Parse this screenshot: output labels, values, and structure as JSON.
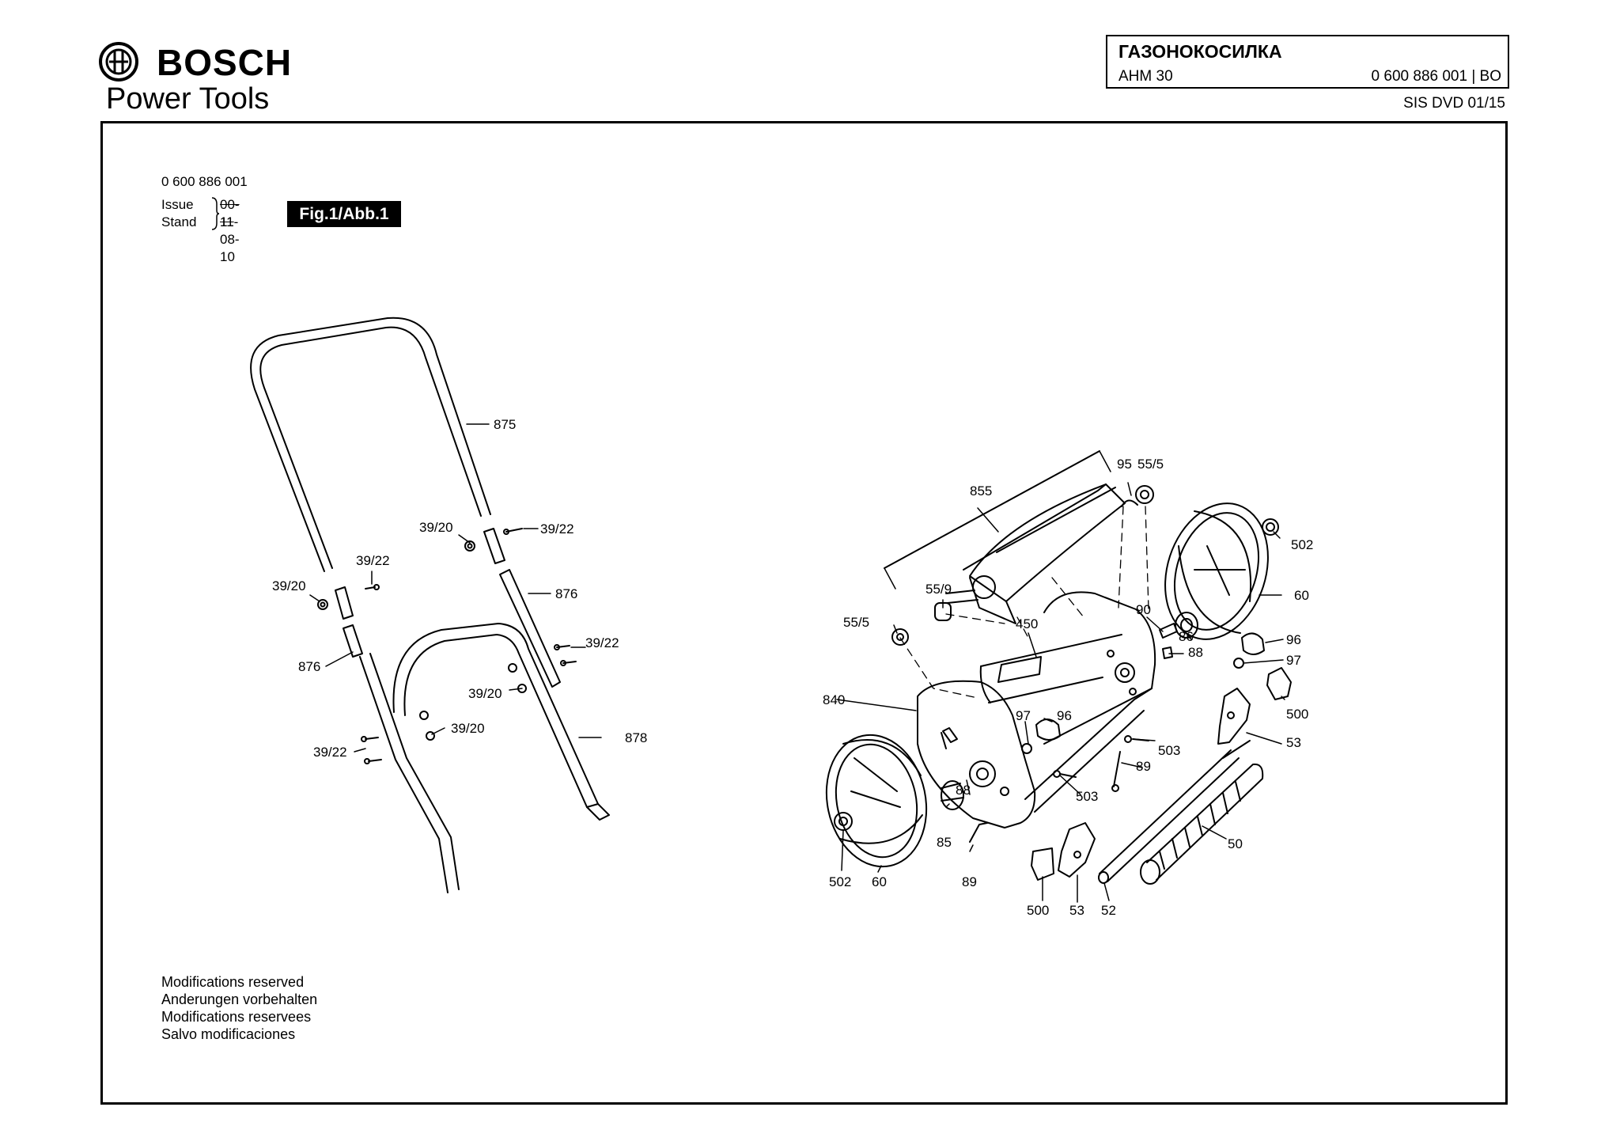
{
  "header": {
    "brand": "BOSCH",
    "tagline": "Power Tools",
    "product_name": "ГАЗОНОКОСИЛКА",
    "model": "AHM 30",
    "part_code": "0 600 886 001 | BO",
    "catalog": "SIS DVD 01/15"
  },
  "document": {
    "number": "0 600 886 001",
    "issue_label": "Issue",
    "stand_label": "Stand",
    "old_issue": "00-11",
    "stand_date": "11-08-10",
    "figure_label": "Fig.1/Abb.1"
  },
  "parts": [
    {
      "id": "p875",
      "label": "875"
    },
    {
      "id": "p3920a",
      "label": "39/20"
    },
    {
      "id": "p3922a",
      "label": "39/22"
    },
    {
      "id": "p3922b",
      "label": "39/22"
    },
    {
      "id": "p3920b",
      "label": "39/20"
    },
    {
      "id": "p876a",
      "label": "876"
    },
    {
      "id": "p876b",
      "label": "876"
    },
    {
      "id": "p3922c",
      "label": "39/22"
    },
    {
      "id": "p3920c",
      "label": "39/20"
    },
    {
      "id": "p3920d",
      "label": "39/20"
    },
    {
      "id": "p878",
      "label": "878"
    },
    {
      "id": "p3922d",
      "label": "39/22"
    },
    {
      "id": "p855",
      "label": "855"
    },
    {
      "id": "p95",
      "label": "95"
    },
    {
      "id": "p555a",
      "label": "55/5"
    },
    {
      "id": "p502a",
      "label": "502"
    },
    {
      "id": "p60a",
      "label": "60"
    },
    {
      "id": "p559",
      "label": "55/9"
    },
    {
      "id": "p555b",
      "label": "55/5"
    },
    {
      "id": "p450",
      "label": "450"
    },
    {
      "id": "p90",
      "label": "90"
    },
    {
      "id": "p86",
      "label": "86"
    },
    {
      "id": "p88a",
      "label": "88"
    },
    {
      "id": "p96a",
      "label": "96"
    },
    {
      "id": "p97a",
      "label": "97"
    },
    {
      "id": "p840",
      "label": "840"
    },
    {
      "id": "p97b",
      "label": "97"
    },
    {
      "id": "p96b",
      "label": "96"
    },
    {
      "id": "p500a",
      "label": "500"
    },
    {
      "id": "p503a",
      "label": "503"
    },
    {
      "id": "p53a",
      "label": "53"
    },
    {
      "id": "p89a",
      "label": "89"
    },
    {
      "id": "p503b",
      "label": "503"
    },
    {
      "id": "p88b",
      "label": "88"
    },
    {
      "id": "p85",
      "label": "85"
    },
    {
      "id": "p50",
      "label": "50"
    },
    {
      "id": "p89b",
      "label": "89"
    },
    {
      "id": "p502b",
      "label": "502"
    },
    {
      "id": "p60b",
      "label": "60"
    },
    {
      "id": "p500b",
      "label": "500"
    },
    {
      "id": "p53b",
      "label": "53"
    },
    {
      "id": "p52",
      "label": "52"
    }
  ],
  "footer": {
    "lines": [
      "Modifications reserved",
      "Anderungen vorbehalten",
      "Modifications reservees",
      "Salvo modificaciones"
    ]
  }
}
